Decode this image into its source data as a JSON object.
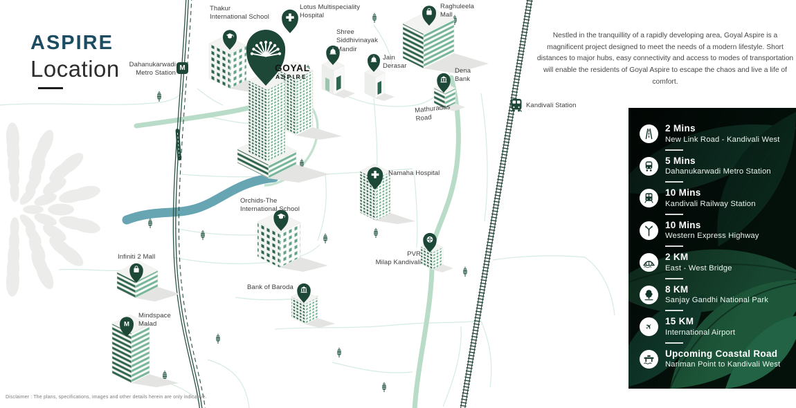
{
  "title": {
    "brand": "ASPIRE",
    "heading": "Location"
  },
  "intro": "Nestled in the tranquillity of a rapidly developing area, Goyal Aspire is a magnificent project designed to meet the needs of a modern lifestyle. Short distances to major hubs, easy connectivity and access to modes of transportation will enable the residents of Goyal Aspire to escape the chaos and live a life of comfort.",
  "disclaimer": "Disclaimer : The plans, specifications, images and other details herein are only indicative.",
  "map": {
    "project_label": {
      "name": "GOYAL",
      "sub": "ASPIRE"
    },
    "metro_badge": "M",
    "mindspace_badge": "M",
    "labels": {
      "dahanukarwadi": "Dahanukarwadi\nMetro Station",
      "thakur": "Thakur\nInternational School",
      "lotus": "Lotus Multispeciality\nHospital",
      "shree": "Shree\nSiddhivinayak\nMandir",
      "jain": "Jain\nDerasar",
      "raghuleela": "Raghuleela\nMall",
      "dena": "Dena\nBank",
      "mathuradas": "Mathuradas\nRoad",
      "kandivali_station": "Kandivali Station",
      "namaha": "Namaha Hospital",
      "orchids": "Orchids-The\nInternational School",
      "pvr": "PVR\nMilap Kandivali",
      "bank_of_baroda": "Bank of Baroda",
      "infiniti": "Infiniti 2 Mall",
      "mindspace": "Mindspace\nMalad"
    }
  },
  "panel": {
    "items": [
      {
        "time": "2 Mins",
        "place": "New Link Road - Kandivali West",
        "icon": "highway"
      },
      {
        "time": "5 Mins",
        "place": "Dahanukarwadi Metro Station",
        "icon": "metro"
      },
      {
        "time": "10 Mins",
        "place": "Kandivali Railway Station",
        "icon": "railway"
      },
      {
        "time": "10 Mins",
        "place": "Western Express Highway",
        "icon": "junction"
      },
      {
        "time": "2 KM",
        "place": "East - West Bridge",
        "icon": "bridge"
      },
      {
        "time": "8 KM",
        "place": "Sanjay Gandhi National Park",
        "icon": "park"
      },
      {
        "time": "15 KM",
        "place": "International Airport",
        "icon": "airplane"
      },
      {
        "time": "Upcoming Coastal Road",
        "place": "Nariman Point to Kandivali West",
        "icon": "coastal-road"
      }
    ]
  },
  "colors": {
    "accent_green": "#2f6550",
    "pin_green": "#1d4838",
    "title_teal": "#1b4c62",
    "river_teal": "#68a5b3",
    "road_green": "#b9dcc8",
    "panel_bg": "#06150d"
  }
}
